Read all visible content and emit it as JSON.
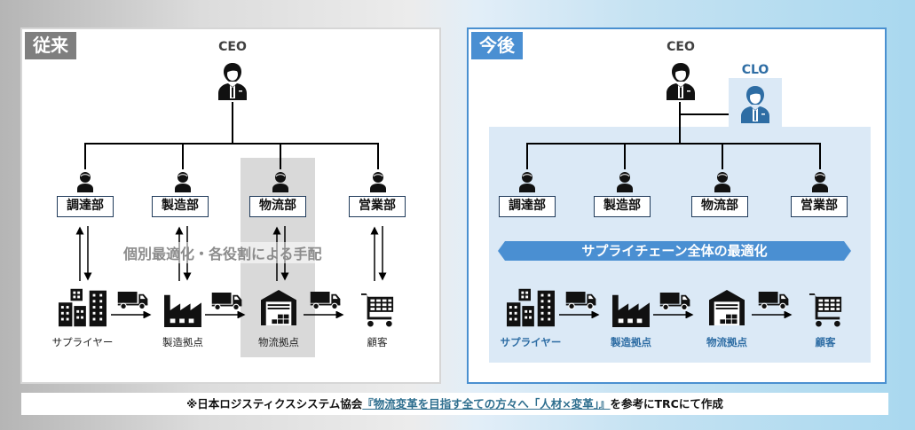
{
  "left_panel": {
    "tag": "従来",
    "ceo_label": "CEO",
    "departments": [
      "調達部",
      "製造部",
      "物流部",
      "営業部"
    ],
    "highlighted_department": "物流部",
    "overlay_text": "個別最適化・各役割による手配",
    "flow_nodes": [
      "サプライヤー",
      "製造拠点",
      "物流拠点",
      "顧客"
    ]
  },
  "right_panel": {
    "tag": "今後",
    "ceo_label": "CEO",
    "clo_label": "CLO",
    "departments": [
      "調達部",
      "製造部",
      "物流部",
      "営業部"
    ],
    "banner_text": "サプライチェーン全体の最適化",
    "flow_nodes": [
      "サプライヤー",
      "製造拠点",
      "物流拠点",
      "顧客"
    ]
  },
  "footer": {
    "prefix": "※日本ロジスティクスシステム協会",
    "link_text": "『物流変革を目指す全ての方々へ「人材×変革」』",
    "suffix": "を参考にTRCにて作成"
  },
  "colors": {
    "accent_blue": "#4a8fd2",
    "clo_blue": "#2e6da4",
    "gray_tag": "#7f7f7f",
    "highlight_gray": "#d9d9d9",
    "light_blue_area": "#dbe9f6"
  }
}
